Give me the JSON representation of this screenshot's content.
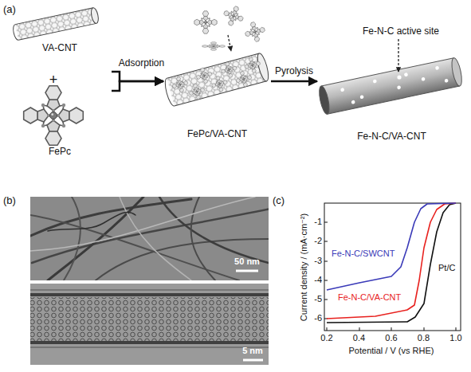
{
  "diagram": {
    "nodes": [
      {
        "text": [
          "VA-CNT"
        ]
      },
      {
        "text": [
          "FePc"
        ]
      },
      {
        "text": [
          "FePc/VA-CNT"
        ]
      },
      {
        "text": [
          "Fe-N-C/VA-CNT"
        ]
      }
    ],
    "edges": [
      {
        "from": 0,
        "to": 2,
        "arrow": "to",
        "label": "Adsorption"
      },
      {
        "from": 1,
        "to": 2,
        "arrow": "to"
      },
      {
        "from": 2,
        "to": 3,
        "arrow": "to",
        "label": "Pyrolysis"
      }
    ],
    "labels": [
      "(a)",
      "+",
      "Fe-N-C active site",
      "(b)",
      "50 nm",
      "5 nm",
      "(c)",
      "Current density / (mA·cm⁻²)",
      "Potential / V (vs RHE)",
      "0.2",
      "0.4",
      "0.6",
      "0.8",
      "1.0",
      "-1",
      "-2",
      "-3",
      "-4",
      "-5",
      "-6",
      "Fe-N-C/SWCNT",
      "Fe-N-C/VA-CNT",
      "Pt/C"
    ]
  }
}
